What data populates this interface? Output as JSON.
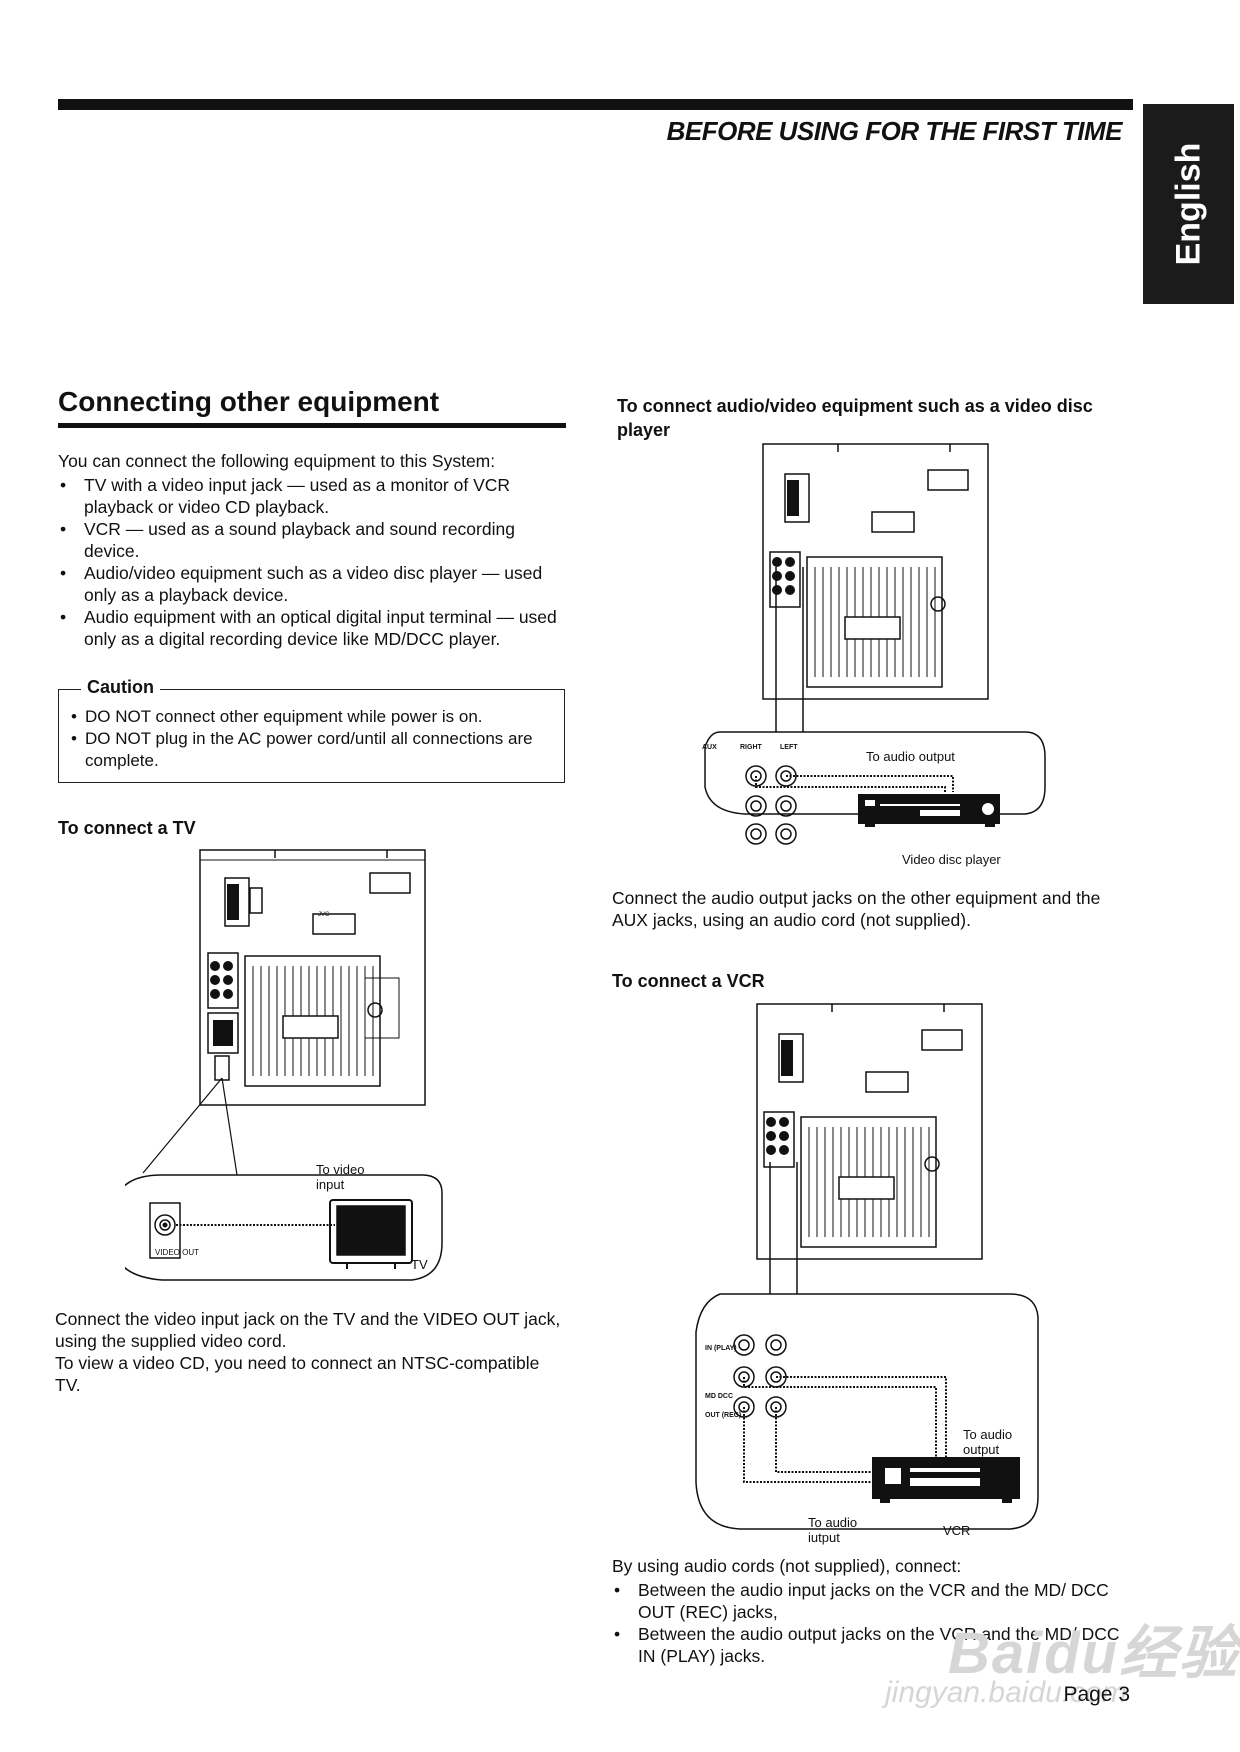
{
  "header": {
    "title": "BEFORE USING FOR THE FIRST TIME",
    "language_tab": "English"
  },
  "section": {
    "title": "Connecting other equipment",
    "intro": "You can connect the following equipment to this System:",
    "items": [
      "TV with a video input jack — used as a monitor of VCR playback or video CD playback.",
      "VCR — used as a sound playback and sound recording device.",
      "Audio/video equipment such as a video disc player — used only as a playback device.",
      "Audio equipment with an optical digital input terminal — used only as a digital recording device like MD/DCC player."
    ]
  },
  "caution": {
    "label": "Caution",
    "items": [
      "DO NOT connect other equipment while power is on.",
      "DO NOT plug in the AC power cord/until all connections are complete."
    ]
  },
  "tv": {
    "heading": "To connect a TV",
    "label_input": "To video input",
    "label_tv": "TV",
    "label_jack": "VIDEO OUT",
    "text1": "Connect the video input jack on the TV and the VIDEO OUT jack, using the supplied video cord.",
    "text2": "To view a video CD, you need to connect an NTSC-compatible TV."
  },
  "av": {
    "heading": "To connect audio/video equipment such as a  video disc player",
    "label_output": "To audio output",
    "label_device": "Video disc player",
    "text": "Connect the audio output jacks on the other equipment and the AUX jacks, using an audio cord (not supplied)."
  },
  "vcr": {
    "heading": "To connect a VCR",
    "label_output": "To audio output",
    "label_input": "To audio iutput",
    "label_device": "VCR",
    "intro": "By using audio cords (not supplied), connect:",
    "items": [
      "Between the audio input jacks on the VCR and the MD/ DCC OUT (REC) jacks,",
      "Between the audio output jacks on the VCR and the MD/ DCC IN (PLAY) jacks."
    ]
  },
  "jack_labels": {
    "right": "RIGHT",
    "left": "LEFT",
    "aux": "AUX",
    "in_play": "IN (PLAY)",
    "md_dcc": "MD DCC",
    "out_rec": "OUT (REC)",
    "brand": "JVC"
  },
  "footer": {
    "page": "Page 3",
    "watermark_main": "Baidu经验",
    "watermark_sub": "jingyan.baidu.com"
  }
}
